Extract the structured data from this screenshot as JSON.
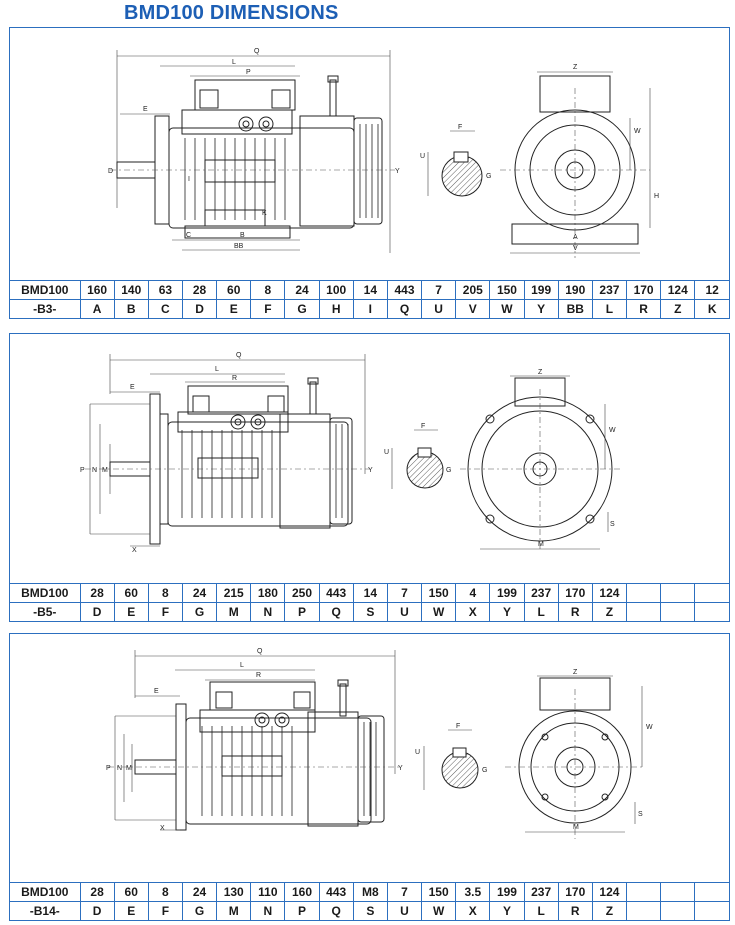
{
  "title": "BMD100 DIMENSIONS",
  "panels": [
    {
      "id": "B3",
      "row1": [
        "BMD100",
        "160",
        "140",
        "63",
        "28",
        "60",
        "8",
        "24",
        "100",
        "14",
        "443",
        "7",
        "205",
        "150",
        "199",
        "190",
        "237",
        "170",
        "124",
        "12"
      ],
      "row2": [
        "-B3-",
        "A",
        "B",
        "C",
        "D",
        "E",
        "F",
        "G",
        "H",
        "I",
        "Q",
        "U",
        "V",
        "W",
        "Y",
        "BB",
        "L",
        "R",
        "Z",
        "K"
      ]
    },
    {
      "id": "B5",
      "row1": [
        "BMD100",
        "28",
        "60",
        "8",
        "24",
        "215",
        "180",
        "250",
        "443",
        "14",
        "7",
        "150",
        "4",
        "199",
        "237",
        "170",
        "124",
        "",
        "",
        ""
      ],
      "row2": [
        "-B5-",
        "D",
        "E",
        "F",
        "G",
        "M",
        "N",
        "P",
        "Q",
        "S",
        "U",
        "W",
        "X",
        "Y",
        "L",
        "R",
        "Z",
        "",
        "",
        ""
      ]
    },
    {
      "id": "B14",
      "row1": [
        "BMD100",
        "28",
        "60",
        "8",
        "24",
        "130",
        "110",
        "160",
        "443",
        "M8",
        "7",
        "150",
        "3.5",
        "199",
        "237",
        "170",
        "124",
        "",
        "",
        ""
      ],
      "row2": [
        "-B14-",
        "D",
        "E",
        "F",
        "G",
        "M",
        "N",
        "P",
        "Q",
        "S",
        "U",
        "W",
        "X",
        "Y",
        "L",
        "R",
        "Z",
        "",
        "",
        ""
      ]
    }
  ],
  "labels": {
    "b3_side": [
      "Q",
      "L",
      "P",
      "E",
      "D",
      "Y",
      "I",
      "K",
      "C",
      "B",
      "BB"
    ],
    "b3_key": [
      "F",
      "U",
      "G"
    ],
    "b3_end": [
      "Z",
      "W",
      "H",
      "A",
      "V"
    ],
    "b5_side": [
      "Q",
      "L",
      "R",
      "E",
      "P",
      "N",
      "M",
      "Y",
      "X"
    ],
    "b5_key": [
      "F",
      "U",
      "G"
    ],
    "b5_end": [
      "Z",
      "W",
      "S",
      "M"
    ],
    "b14_side": [
      "Q",
      "L",
      "R",
      "E",
      "P",
      "N",
      "M",
      "Y",
      "X"
    ],
    "b14_key": [
      "F",
      "U",
      "G"
    ],
    "b14_end": [
      "Z",
      "W",
      "S",
      "M"
    ]
  }
}
